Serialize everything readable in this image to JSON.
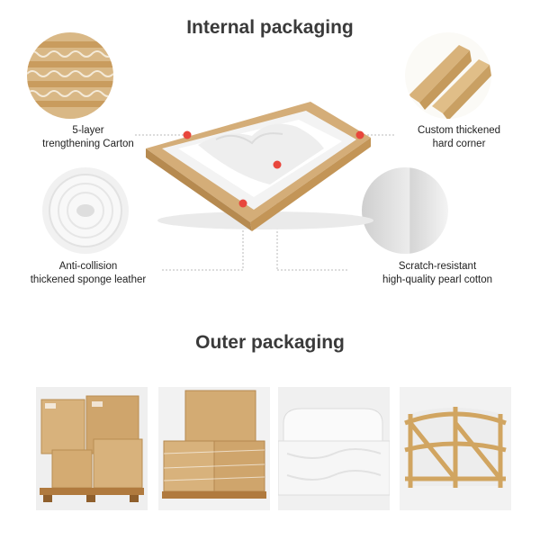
{
  "internal": {
    "title": "Internal packaging",
    "features": [
      {
        "line1": "5-layer",
        "line2": "trengthening Carton",
        "icon": "corrugated-carton-icon"
      },
      {
        "line1": "Custom thickened",
        "line2": "hard corner",
        "icon": "corner-protector-icon"
      },
      {
        "line1": "Anti-collision",
        "line2": "thickened sponge leather",
        "icon": "sponge-roll-icon"
      },
      {
        "line1": "Scratch-resistant",
        "line2": "high-quality pearl cotton",
        "icon": "pearl-cotton-icon"
      }
    ],
    "dot_color": "#e8463c"
  },
  "outer": {
    "title": "Outer packaging",
    "photos": [
      "palletized-cartons-photo",
      "wrapped-pallet-photo",
      "wrapped-sofa-photo",
      "wooden-crate-photo"
    ]
  },
  "colors": {
    "cardboard": "#d4ad78",
    "title_text": "#3a3a3a"
  }
}
